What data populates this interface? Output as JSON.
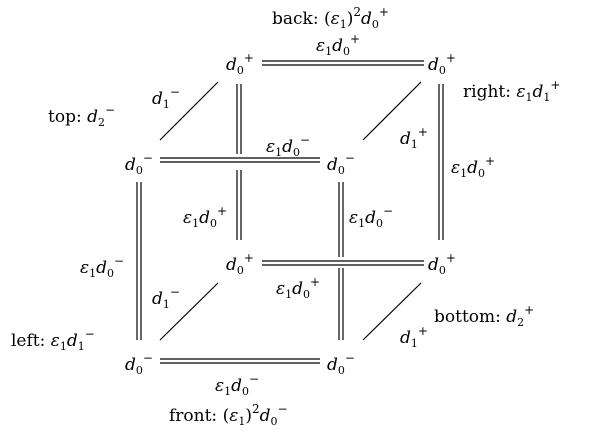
{
  "vertices": {
    "back_top_left": {
      "base": "d",
      "sub": "0",
      "sup": "+"
    },
    "back_top_right": {
      "base": "d",
      "sub": "0",
      "sup": "+"
    },
    "front_top_left": {
      "base": "d",
      "sub": "0",
      "sup": "−"
    },
    "front_top_right": {
      "base": "d",
      "sub": "0",
      "sup": "−"
    },
    "back_bottom_left": {
      "base": "d",
      "sub": "0",
      "sup": "+"
    },
    "back_bottom_right": {
      "base": "d",
      "sub": "0",
      "sup": "+"
    },
    "front_bottom_left": {
      "base": "d",
      "sub": "0",
      "sup": "−"
    },
    "front_bottom_right": {
      "base": "d",
      "sub": "0",
      "sup": "−"
    }
  },
  "edge_labels": {
    "back_top": {
      "eps": "ε",
      "eps_sub": "1",
      "base": "d",
      "sub": "0",
      "sup": "+"
    },
    "front_top": {
      "eps": "ε",
      "eps_sub": "1",
      "base": "d",
      "sub": "0",
      "sup": "−"
    },
    "back_left": {
      "eps": "ε",
      "eps_sub": "1",
      "base": "d",
      "sub": "0",
      "sup": "+"
    },
    "front_right": {
      "eps": "ε",
      "eps_sub": "1",
      "base": "d",
      "sub": "0",
      "sup": "−"
    },
    "back_right": {
      "eps": "ε",
      "eps_sub": "1",
      "base": "d",
      "sub": "0",
      "sup": "+"
    },
    "front_left": {
      "eps": "ε",
      "eps_sub": "1",
      "base": "d",
      "sub": "0",
      "sup": "−"
    },
    "back_bottom": {
      "eps": "ε",
      "eps_sub": "1",
      "base": "d",
      "sub": "0",
      "sup": "+"
    },
    "front_bottom": {
      "eps": "ε",
      "eps_sub": "1",
      "base": "d",
      "sub": "0",
      "sup": "−"
    },
    "diag_top_left": {
      "base": "d",
      "sub": "1",
      "sup": "−"
    },
    "diag_top_right": {
      "base": "d",
      "sub": "1",
      "sup": "+"
    },
    "diag_bottom_left": {
      "base": "d",
      "sub": "1",
      "sup": "−"
    },
    "diag_bottom_right": {
      "base": "d",
      "sub": "1",
      "sup": "+"
    }
  },
  "face_labels": {
    "back": {
      "name": "back:",
      "open": "(",
      "eps": "ε",
      "eps_sub": "1",
      "close": ")",
      "pow": "2",
      "base": "d",
      "sub": "0",
      "sup": "+"
    },
    "front": {
      "name": "front:",
      "open": "(",
      "eps": "ε",
      "eps_sub": "1",
      "close": ")",
      "pow": "2",
      "base": "d",
      "sub": "0",
      "sup": "−"
    },
    "top": {
      "name": "top:",
      "base": "d",
      "sub": "2",
      "sup": "−"
    },
    "bottom": {
      "name": "bottom:",
      "base": "d",
      "sub": "2",
      "sup": "+"
    },
    "right": {
      "name": "right:",
      "eps": "ε",
      "eps_sub": "1",
      "base": "d",
      "sub": "1",
      "sup": "+"
    },
    "left": {
      "name": "left:",
      "eps": "ε",
      "eps_sub": "1",
      "base": "d",
      "sub": "1",
      "sup": "−"
    }
  }
}
